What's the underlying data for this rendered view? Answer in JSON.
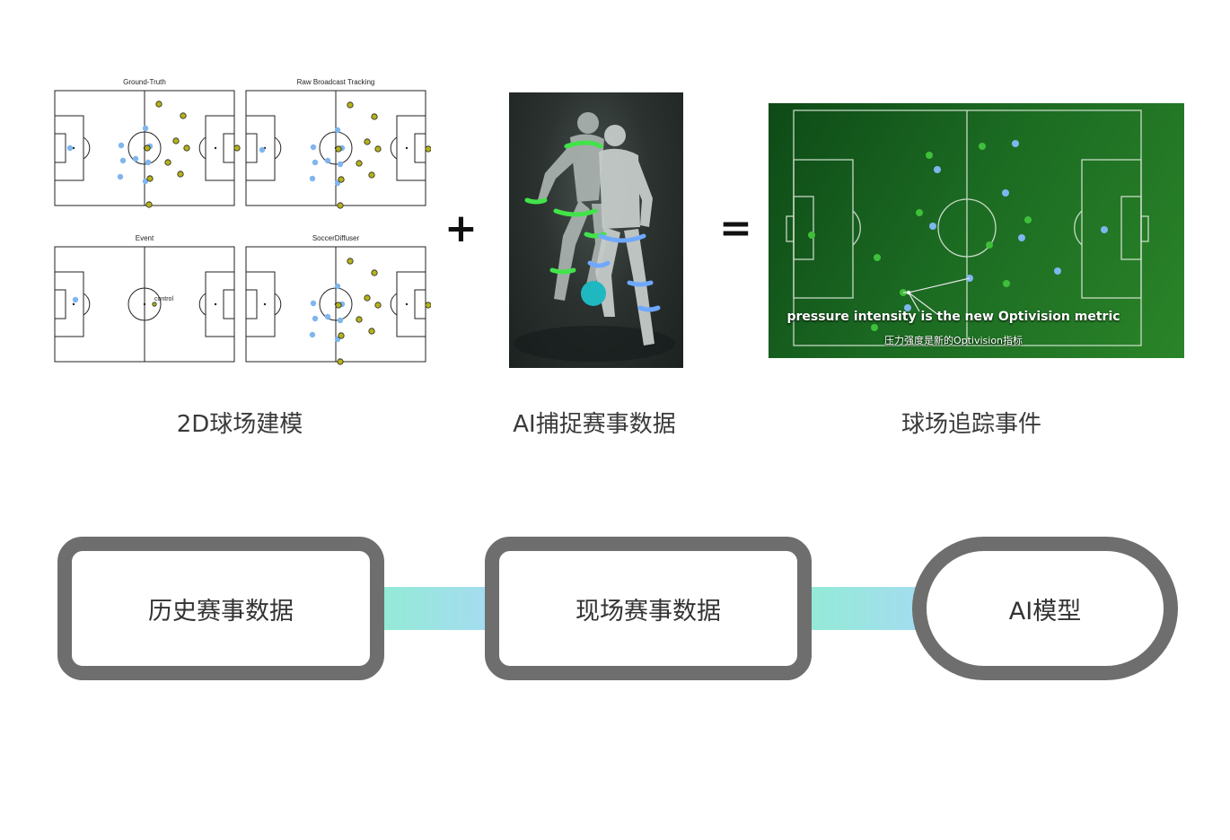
{
  "top": {
    "plus": "+",
    "equals": "=",
    "captions": [
      "2D球场建模",
      "AI捕捉赛事数据",
      "球场追踪事件"
    ],
    "pitch_titles": [
      "Ground-Truth",
      "Raw Broadcast Tracking",
      "Event",
      "SoccerDiffuser"
    ],
    "event_label": "control",
    "tracking_subtitle_en": "pressure intensity is the new Optivision metric",
    "tracking_subtitle_zh": "压力强度是新的Optivision指标"
  },
  "flow": {
    "items": [
      "历史赛事数据",
      "现场赛事数据",
      "AI模型"
    ]
  },
  "colors": {
    "box_border": "#6e6e6e",
    "connector_start": "#93ead6",
    "connector_end": "#a4dcf0",
    "team_a": "#7fb6ee",
    "team_b": "#b5b21a",
    "pitch_green": "#1d6e22",
    "player_glow": "#42e34a",
    "player_glow_blue": "#6fa8ff"
  }
}
